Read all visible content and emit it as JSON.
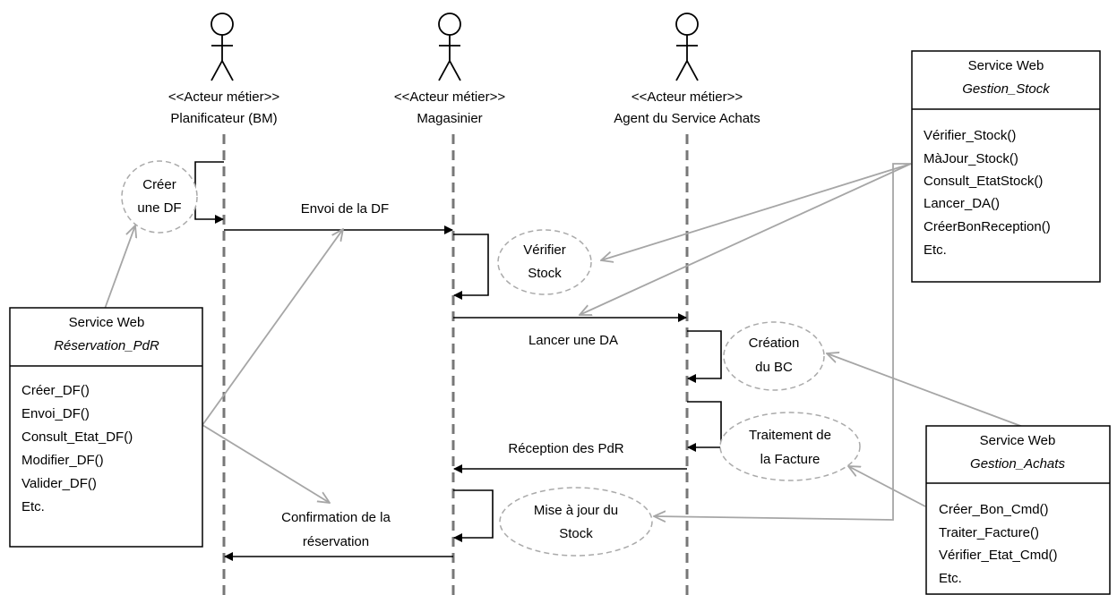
{
  "actors": [
    {
      "stereotype": "<<Acteur métier>>",
      "name": "Planificateur (BM)"
    },
    {
      "stereotype": "<<Acteur métier>>",
      "name": "Magasinier"
    },
    {
      "stereotype": "<<Acteur métier>>",
      "name": "Agent du Service Achats"
    }
  ],
  "messages": {
    "envoi_df": "Envoi de la DF",
    "lancer_da": "Lancer une DA",
    "reception_pdr": "Réception  des PdR",
    "confirmation_line1": "Confirmation de la",
    "confirmation_line2": "réservation"
  },
  "use_cases": {
    "creer_df": [
      "Créer",
      "une DF"
    ],
    "verifier_stock": [
      "Vérifier",
      "Stock"
    ],
    "creation_bc": [
      "Création",
      "du BC"
    ],
    "traitement_facture": [
      "Traitement de",
      "la Facture"
    ],
    "mise_a_jour_stock": [
      "Mise à jour du",
      "Stock"
    ]
  },
  "services": {
    "reservation": {
      "title": "Service Web",
      "name": "Réservation_PdR",
      "methods": [
        "Créer_DF()",
        "Envoi_DF()",
        "Consult_Etat_DF()",
        "Modifier_DF()",
        "Valider_DF()",
        "Etc."
      ]
    },
    "stock": {
      "title": "Service Web",
      "name": "Gestion_Stock",
      "methods": [
        "Vérifier_Stock()",
        "MàJour_Stock()",
        "Consult_EtatStock()",
        "Lancer_DA()",
        "CréerBonReception()",
        "Etc."
      ]
    },
    "achats": {
      "title": "Service Web",
      "name": "Gestion_Achats",
      "methods": [
        "Créer_Bon_Cmd()",
        "Traiter_Facture()",
        "Vérifier_Etat_Cmd()",
        "Etc."
      ]
    }
  }
}
